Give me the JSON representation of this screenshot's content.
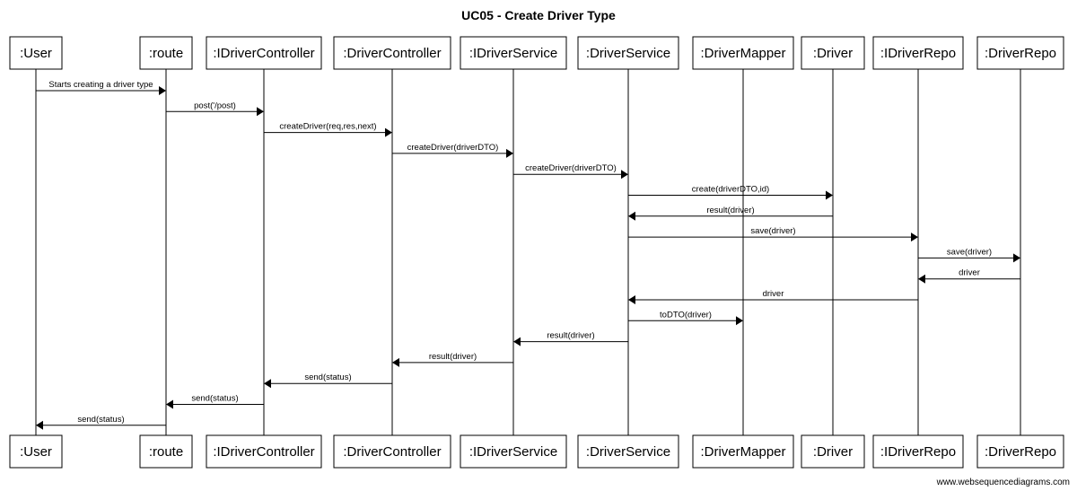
{
  "title": "UC05 - Create Driver Type",
  "footer": "www.websequencediagrams.com",
  "participants": [
    ":User",
    ":route",
    ":IDriverController",
    ":DriverController",
    ":IDriverService",
    ":DriverService",
    ":DriverMapper",
    ":Driver",
    ":IDriverRepo",
    ":DriverRepo"
  ],
  "messages": [
    {
      "from": 0,
      "to": 1,
      "label": "Starts creating a driver type"
    },
    {
      "from": 1,
      "to": 2,
      "label": "post('/post)"
    },
    {
      "from": 2,
      "to": 3,
      "label": "createDriver(req,res,next)"
    },
    {
      "from": 3,
      "to": 4,
      "label": "createDriver(driverDTO)"
    },
    {
      "from": 4,
      "to": 5,
      "label": "createDriver(driverDTO)"
    },
    {
      "from": 5,
      "to": 7,
      "label": "create(driverDTO,id)"
    },
    {
      "from": 7,
      "to": 5,
      "label": "result(driver)"
    },
    {
      "from": 5,
      "to": 8,
      "label": "save(driver)"
    },
    {
      "from": 8,
      "to": 9,
      "label": "save(driver)"
    },
    {
      "from": 9,
      "to": 8,
      "label": "driver"
    },
    {
      "from": 8,
      "to": 5,
      "label": "driver"
    },
    {
      "from": 5,
      "to": 6,
      "label": "toDTO(driver)"
    },
    {
      "from": 5,
      "to": 4,
      "label": "result(driver)"
    },
    {
      "from": 4,
      "to": 3,
      "label": "result(driver)"
    },
    {
      "from": 3,
      "to": 2,
      "label": "send(status)"
    },
    {
      "from": 2,
      "to": 1,
      "label": "send(status)"
    },
    {
      "from": 1,
      "to": 0,
      "label": "send(status)"
    }
  ]
}
